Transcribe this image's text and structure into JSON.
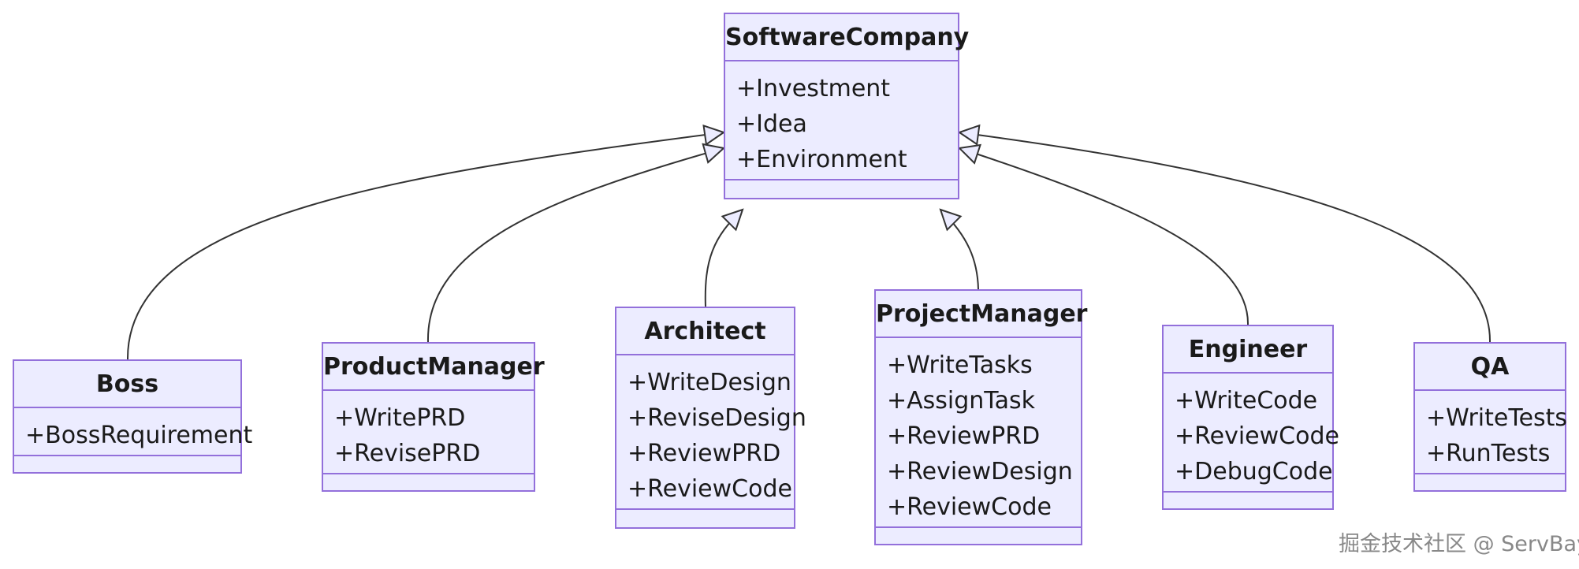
{
  "colors": {
    "class_fill": "#ececff",
    "class_border": "#9370db",
    "edge": "#333333",
    "arrow_fill": "#ececff"
  },
  "classes": [
    {
      "id": "SoftwareCompany",
      "name": "SoftwareCompany",
      "attributes": [
        "+Investment",
        "+Idea",
        "+Environment"
      ]
    },
    {
      "id": "Boss",
      "name": "Boss",
      "attributes": [
        "+BossRequirement"
      ]
    },
    {
      "id": "ProductManager",
      "name": "ProductManager",
      "attributes": [
        "+WritePRD",
        "+RevisePRD"
      ]
    },
    {
      "id": "Architect",
      "name": "Architect",
      "attributes": [
        "+WriteDesign",
        "+ReviseDesign",
        "+ReviewPRD",
        "+ReviewCode"
      ]
    },
    {
      "id": "ProjectManager",
      "name": "ProjectManager",
      "attributes": [
        "+WriteTasks",
        "+AssignTask",
        "+ReviewPRD",
        "+ReviewDesign",
        "+ReviewCode"
      ]
    },
    {
      "id": "Engineer",
      "name": "Engineer",
      "attributes": [
        "+WriteCode",
        "+ReviewCode",
        "+DebugCode"
      ]
    },
    {
      "id": "QA",
      "name": "QA",
      "attributes": [
        "+WriteTests",
        "+RunTests"
      ]
    }
  ],
  "relations": [
    {
      "from": "Boss",
      "to": "SoftwareCompany",
      "type": "inheritance"
    },
    {
      "from": "ProductManager",
      "to": "SoftwareCompany",
      "type": "inheritance"
    },
    {
      "from": "Architect",
      "to": "SoftwareCompany",
      "type": "inheritance"
    },
    {
      "from": "ProjectManager",
      "to": "SoftwareCompany",
      "type": "inheritance"
    },
    {
      "from": "Engineer",
      "to": "SoftwareCompany",
      "type": "inheritance"
    },
    {
      "from": "QA",
      "to": "SoftwareCompany",
      "type": "inheritance"
    }
  ],
  "watermark": "掘金技术社区 @ ServBay"
}
